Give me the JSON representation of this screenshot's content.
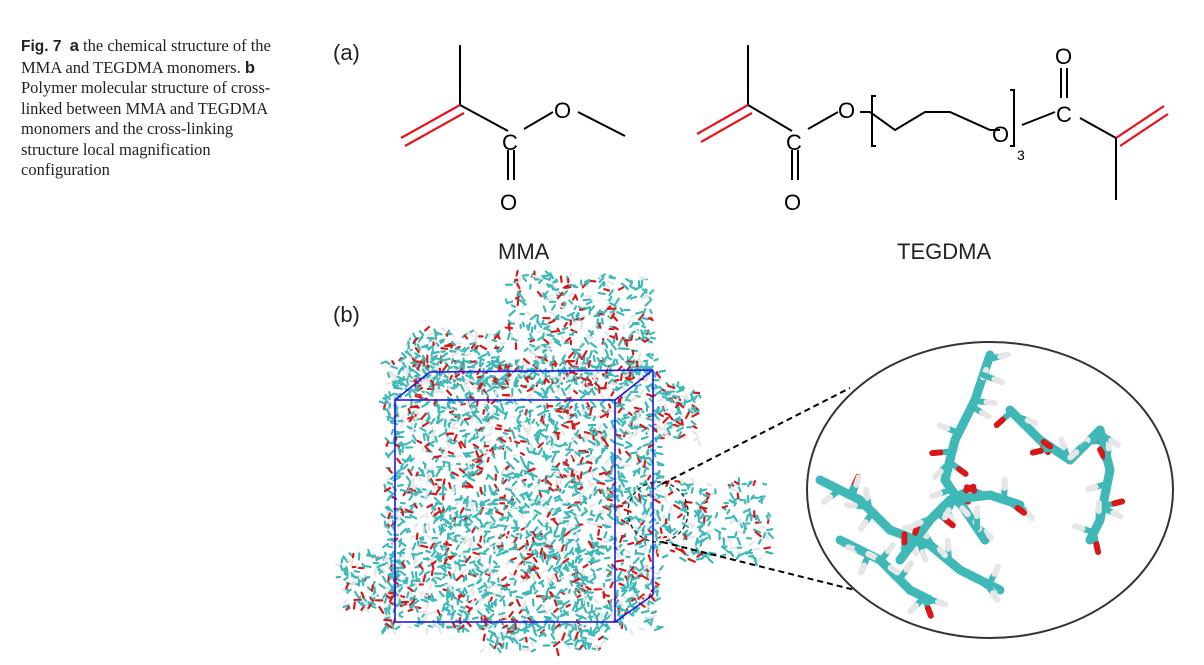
{
  "caption": {
    "fig_label": "Fig. 7",
    "part_a_label": "a",
    "part_a_text": "the chemical structure of the MMA and TEGDMA monomers.",
    "part_b_label": "b",
    "part_b_text": "Polymer molecular structure of cross-linked between MMA and TEGDMA monomers and the cross-linking structure local magnification configuration"
  },
  "panel_a": {
    "label": "(a)",
    "mma_name": "MMA",
    "tegdma_name": "TEGDMA",
    "atom_o": "O",
    "atom_c": "C",
    "repeat_count": "3"
  },
  "panel_b": {
    "label": "(b)"
  },
  "colors": {
    "double_bond": "#e8141c",
    "bond": "#000000",
    "simulation_box": "#1a1ae6",
    "carbon": "#3fb8b8",
    "oxygen": "#d81818",
    "hydrogen": "#e6e6e6"
  }
}
